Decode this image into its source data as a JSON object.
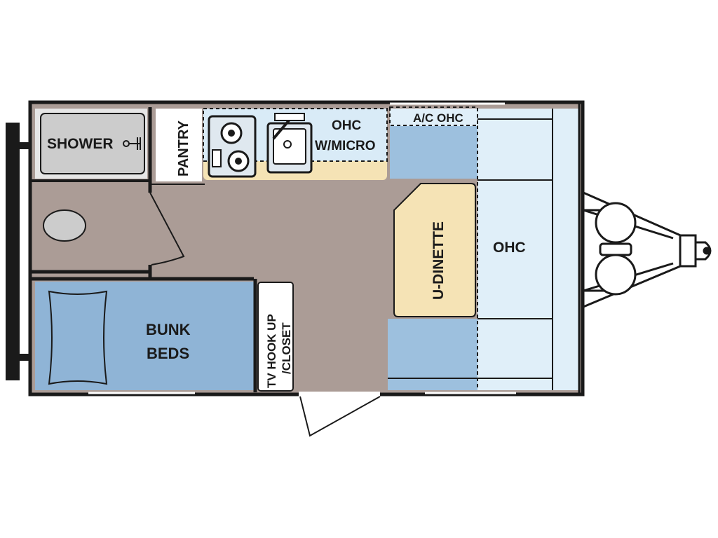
{
  "labels": {
    "shower": "SHOWER",
    "pantry": "PANTRY",
    "ohc_micro_line1": "OHC",
    "ohc_micro_line2": "W/MICRO",
    "ac_ohc": "A/C OHC",
    "u_dinette": "U-DINETTE",
    "ohc": "OHC",
    "bunk_line1": "BUNK",
    "bunk_line2": "BEDS",
    "tv_line1": "TV HOOK UP",
    "tv_line2": "/CLOSET"
  },
  "colors": {
    "floor": "#ab9c96",
    "bunk": "#8fb4d6",
    "cabinet": "#c8dcee",
    "counter": "#f5e3b5",
    "ohc_light": "#e0eff9",
    "dinette_seat": "#9dc0de",
    "wall": "#1a1a1a",
    "fixture": "#cccccc"
  }
}
